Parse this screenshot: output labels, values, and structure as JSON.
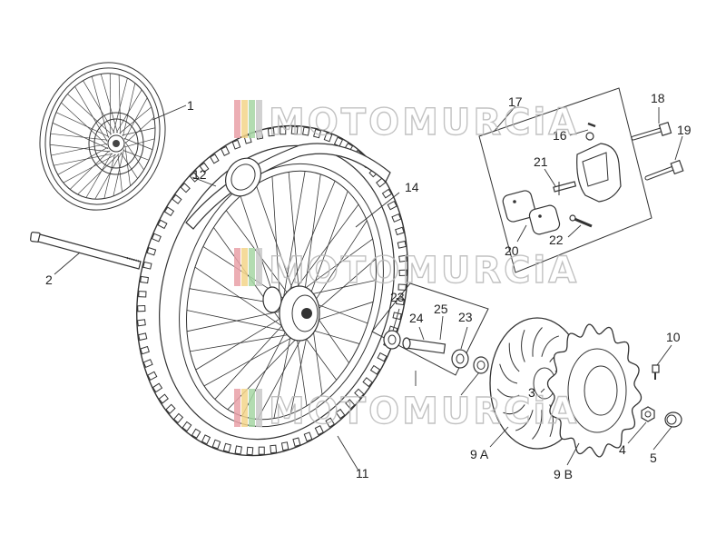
{
  "diagram": {
    "watermark_text": "MOTOMURCiA",
    "watermark_colors": [
      "#e9a0a8",
      "#f4d58a",
      "#a6d7a4",
      "#c9c9c9"
    ],
    "labels": [
      "1",
      "2",
      "3",
      "4",
      "5",
      "9 A",
      "9 B",
      "10",
      "11",
      "12",
      "14",
      "16",
      "17",
      "18",
      "19",
      "20",
      "21",
      "22",
      "23",
      "24",
      "25",
      "23"
    ]
  }
}
